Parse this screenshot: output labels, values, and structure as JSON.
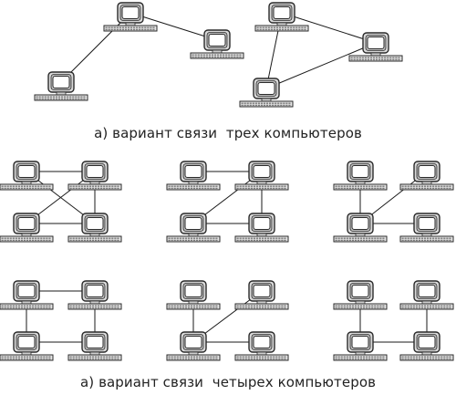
{
  "captions": {
    "three": "а) вариант связи  трех компьютеров",
    "four": "а) вариант связи  четырех компьютеров"
  },
  "colors": {
    "outline": "#2a2a2a",
    "screen_fill": "#ffffff",
    "bezel_fill": "#d9d9d9",
    "keyboard_fill": "#e6e6e6",
    "link": "#1a1a1a"
  },
  "icon": "computer-icon",
  "diagrams": [
    {
      "id": "three-a",
      "computers": [
        "c1",
        "c2",
        "c3"
      ],
      "links": [
        [
          "c1",
          "c2"
        ],
        [
          "c1",
          "c3"
        ]
      ]
    },
    {
      "id": "three-b",
      "computers": [
        "c1",
        "c2",
        "c3"
      ],
      "links": [
        [
          "c1",
          "c2"
        ],
        [
          "c1",
          "c3"
        ],
        [
          "c2",
          "c3"
        ]
      ]
    },
    {
      "id": "four-1",
      "computers": [
        "tl",
        "tr",
        "bl",
        "br"
      ],
      "links": [
        [
          "tl",
          "tr"
        ],
        [
          "tl",
          "br"
        ],
        [
          "tr",
          "bl"
        ],
        [
          "tr",
          "br"
        ],
        [
          "bl",
          "br"
        ]
      ]
    },
    {
      "id": "four-2",
      "computers": [
        "tl",
        "tr",
        "bl",
        "br"
      ],
      "links": [
        [
          "tl",
          "tr"
        ],
        [
          "tr",
          "bl"
        ],
        [
          "bl",
          "br"
        ],
        [
          "tr",
          "br"
        ]
      ]
    },
    {
      "id": "four-3",
      "computers": [
        "tl",
        "tr",
        "bl",
        "br"
      ],
      "links": [
        [
          "tl",
          "bl"
        ],
        [
          "tr",
          "bl"
        ],
        [
          "bl",
          "br"
        ]
      ]
    },
    {
      "id": "four-4",
      "computers": [
        "tl",
        "tr",
        "bl",
        "br"
      ],
      "links": [
        [
          "tl",
          "tr"
        ],
        [
          "tl",
          "bl"
        ],
        [
          "tr",
          "br"
        ],
        [
          "bl",
          "br"
        ]
      ]
    },
    {
      "id": "four-5",
      "computers": [
        "tl",
        "tr",
        "bl",
        "br"
      ],
      "links": [
        [
          "tl",
          "bl"
        ],
        [
          "tr",
          "bl"
        ],
        [
          "bl",
          "br"
        ]
      ]
    },
    {
      "id": "four-6",
      "computers": [
        "tl",
        "tr",
        "bl",
        "br"
      ],
      "links": [
        [
          "tl",
          "bl"
        ],
        [
          "tr",
          "br"
        ],
        [
          "bl",
          "br"
        ]
      ]
    }
  ]
}
